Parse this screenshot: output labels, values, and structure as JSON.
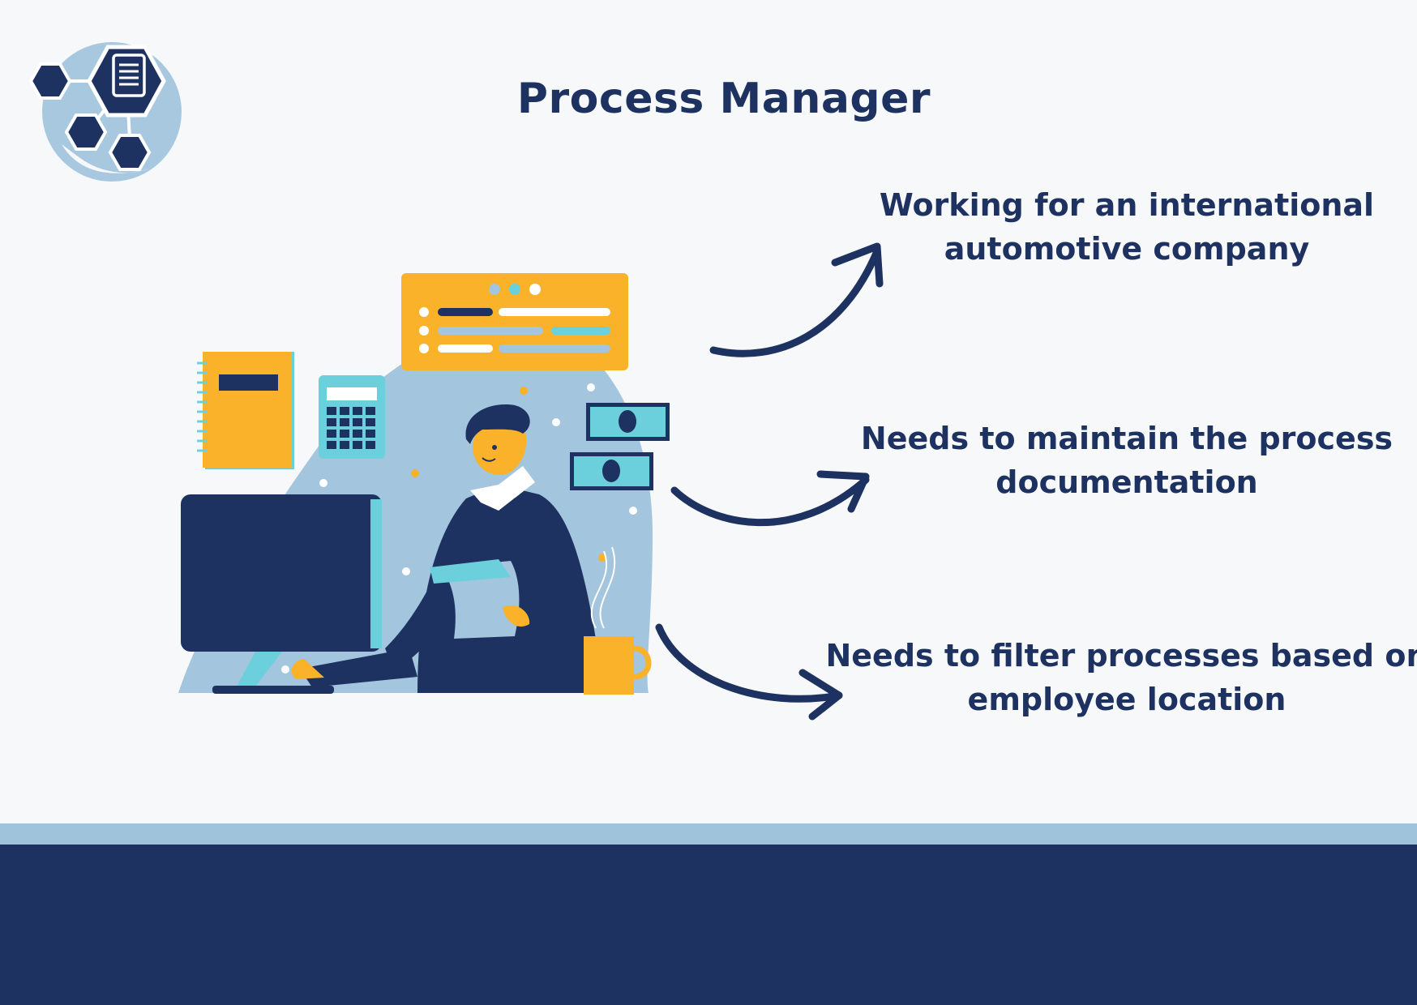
{
  "page": {
    "title": "Process Manager"
  },
  "logo": {
    "icon": "document-hexagon-network-icon"
  },
  "illustration": {
    "subject": "person-working-at-desk-illustration"
  },
  "points": [
    {
      "line1": "Working for an international",
      "line2": "automotive company"
    },
    {
      "line1": "Needs to maintain the process",
      "line2": "documentation"
    },
    {
      "line1": "Needs to filter processes based on",
      "line2": "employee location"
    }
  ],
  "colors": {
    "navy": "#1d3260",
    "light_blue": "#a0c3dc",
    "yellow": "#f9b22a",
    "teal": "#6ccfdc",
    "background": "#f7f8fa"
  }
}
